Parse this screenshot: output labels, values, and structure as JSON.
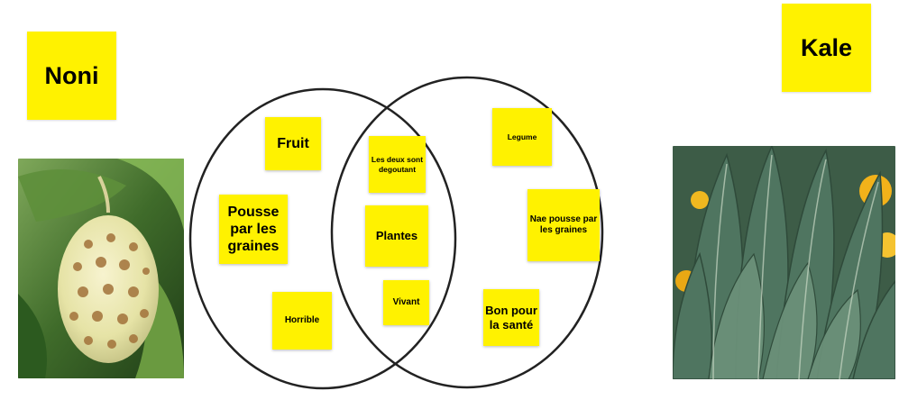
{
  "titles": {
    "left": "Noni",
    "right": "Kale"
  },
  "notes": {
    "left": [
      "Fruit",
      "Pousse par les graines",
      "Horrible"
    ],
    "middle": [
      "Les deux sont degoutant",
      "Plantes",
      "Vivant"
    ],
    "right": [
      "Legume",
      "Nae pousse par les graines",
      "Bon pour la santé"
    ]
  },
  "colors": {
    "sticky": "#fff200",
    "outline": "#222222"
  }
}
